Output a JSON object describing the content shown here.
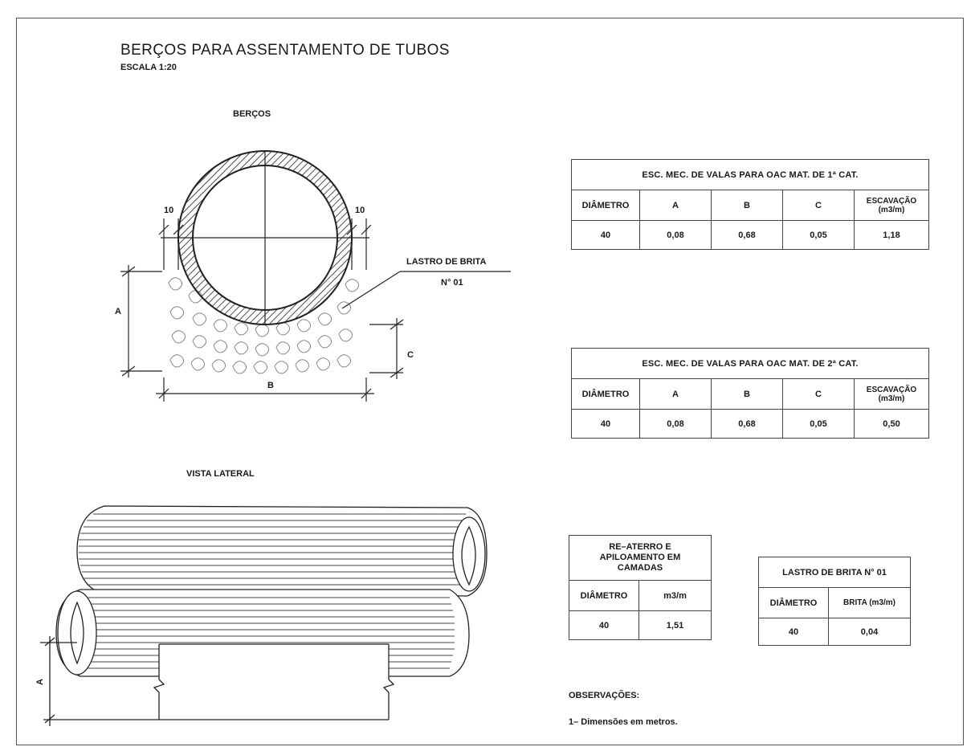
{
  "drawing": {
    "title": "BERÇOS   PARA ASSENTAMENTO DE TUBOS",
    "scale": "ESCALA 1:20",
    "section_label": "BERÇOS",
    "side_view_label": "VISTA LATERAL",
    "dims": {
      "wall_left": "10",
      "wall_right": "10",
      "a": "A",
      "b": "B",
      "c": "C",
      "side_a": "A"
    },
    "callout": {
      "line1": "LASTRO DE BRITA",
      "line2": "N° 01"
    }
  },
  "table_cat1": {
    "header": "ESC. MEC. DE VALAS PARA OAC MAT. DE 1ª CAT.",
    "columns": [
      "DIÂMETRO",
      "A",
      "B",
      "C",
      "ESCAVAÇÃO (m3/m)"
    ],
    "rows": [
      [
        "40",
        "0,08",
        "0,68",
        "0,05",
        "1,18"
      ]
    ]
  },
  "table_cat2": {
    "header": "ESC. MEC. DE VALAS PARA OAC MAT. DE 2ª CAT.",
    "columns": [
      "DIÂMETRO",
      "A",
      "B",
      "C",
      "ESCAVAÇÃO (m3/m)"
    ],
    "rows": [
      [
        "40",
        "0,08",
        "0,68",
        "0,05",
        "0,50"
      ]
    ]
  },
  "table_reaterro": {
    "header": "RE–ATERRO E APILOAMENTO EM CAMADAS",
    "columns": [
      "DIÂMETRO",
      "m3/m"
    ],
    "rows": [
      [
        "40",
        "1,51"
      ]
    ]
  },
  "table_lastro": {
    "header": "LASTRO DE BRITA N° 01",
    "columns": [
      "DIÂMETRO",
      "BRITA (m3/m)"
    ],
    "rows": [
      [
        "40",
        "0,04"
      ]
    ]
  },
  "notes": {
    "title": "OBSERVAÇÕES:",
    "items": [
      "1– Dimensões em metros."
    ]
  }
}
